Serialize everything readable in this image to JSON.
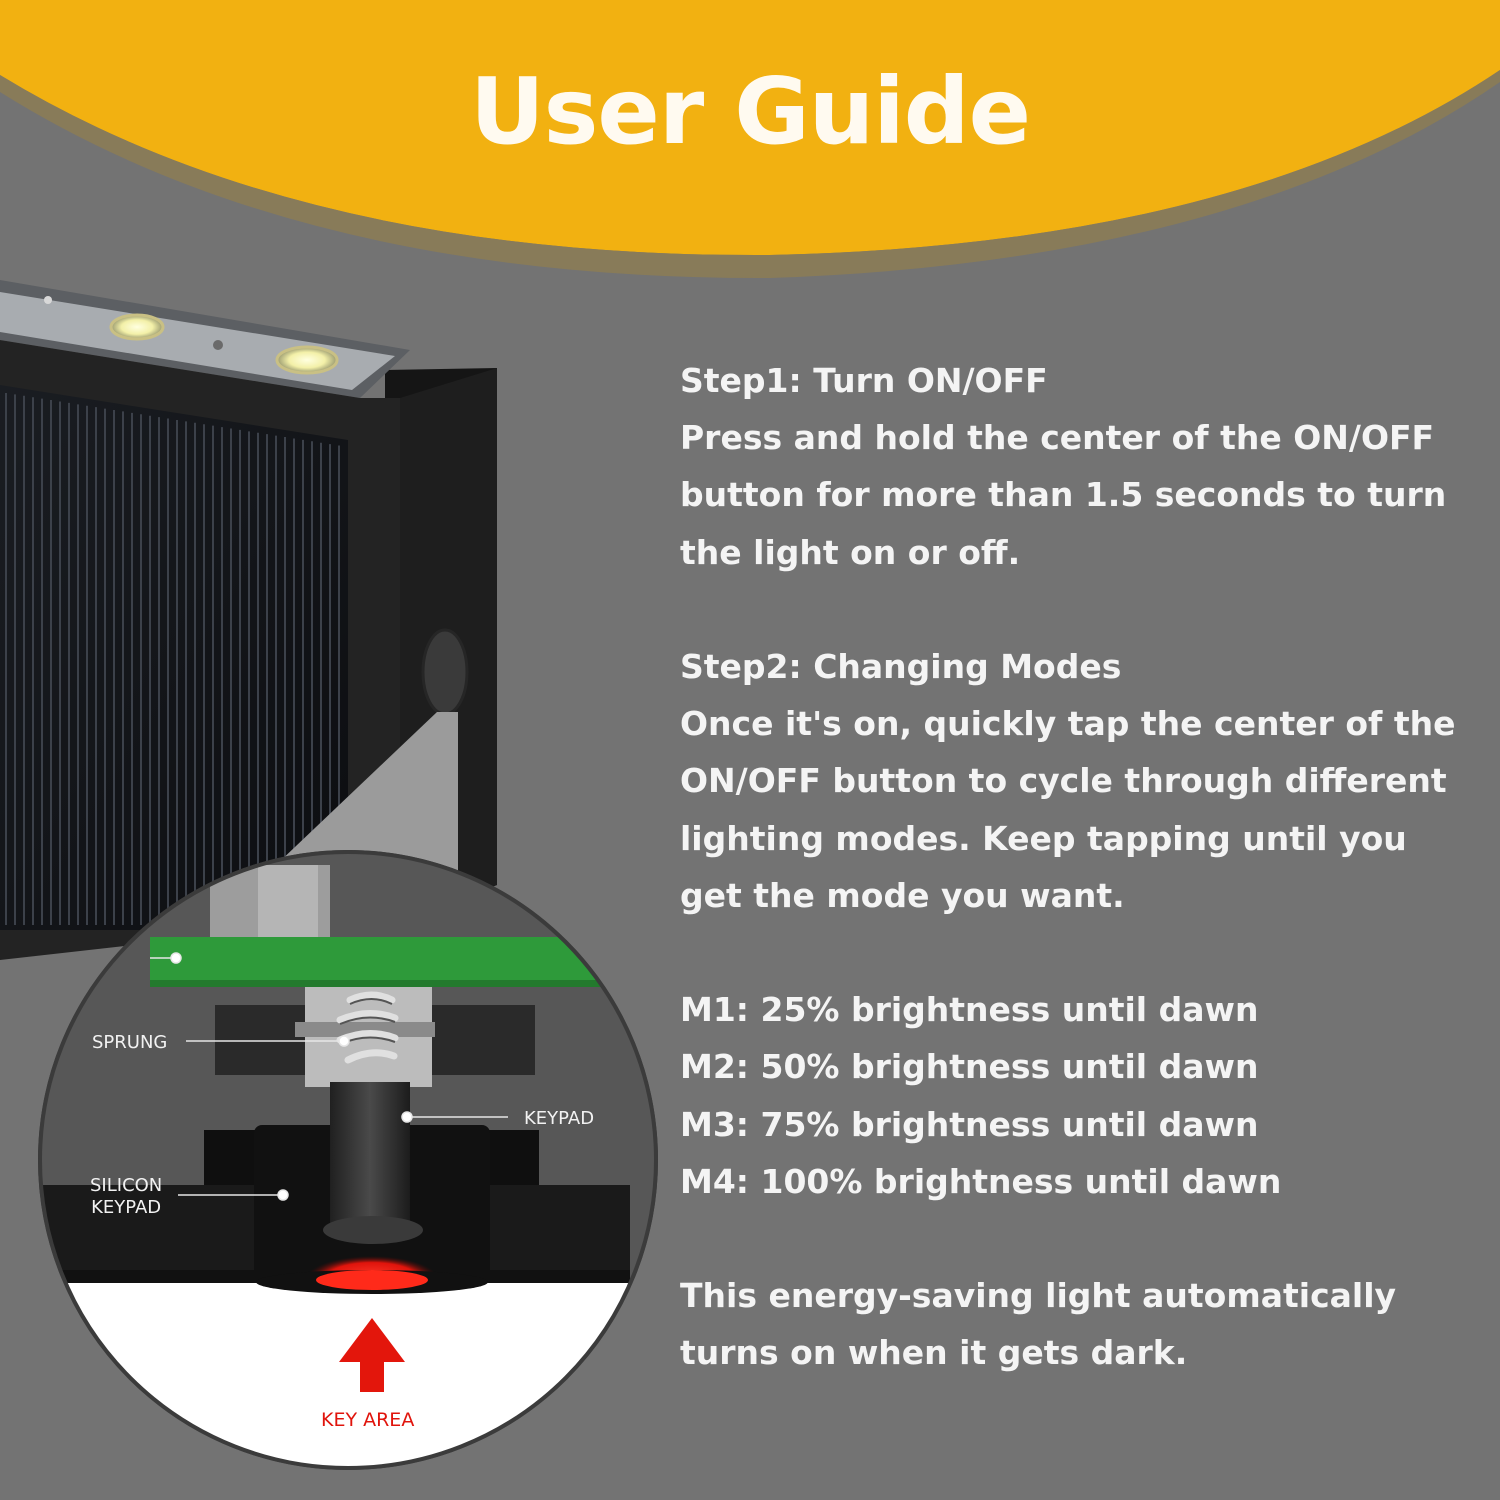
{
  "header": {
    "title": "User Guide"
  },
  "guide": {
    "step1_title": "Step1: Turn ON/OFF",
    "step1_lines": [
      "Press and hold the center of the ON/OFF",
      "button for more than 1.5 seconds to turn",
      "the light on or off."
    ],
    "step2_title": "Step2: Changing Modes",
    "step2_lines": [
      "Once it's on, quickly tap the center of the",
      "ON/OFF button to cycle through different",
      "lighting modes. Keep tapping until you",
      "get the mode you want."
    ],
    "modes": [
      "M1: 25% brightness until dawn",
      "M2: 50% brightness until dawn",
      "M3: 75% brightness until dawn",
      "M4: 100% brightness until dawn"
    ],
    "note_lines": [
      "This energy-saving light automatically",
      "turns on when it gets dark."
    ]
  },
  "diagram": {
    "sprung_label": "SPRUNG",
    "keypad_label": "KEYPAD",
    "silicon_label_line1": "SILICON",
    "silicon_label_line2": "KEYPAD",
    "key_area_label": "KEY AREA"
  },
  "colors": {
    "background": "#737373",
    "banner": "#f2b111",
    "pcb": "#2e9a3a",
    "key_light": "#ff1a10",
    "arrow": "#e3160c",
    "text": "#f4f4f4"
  }
}
